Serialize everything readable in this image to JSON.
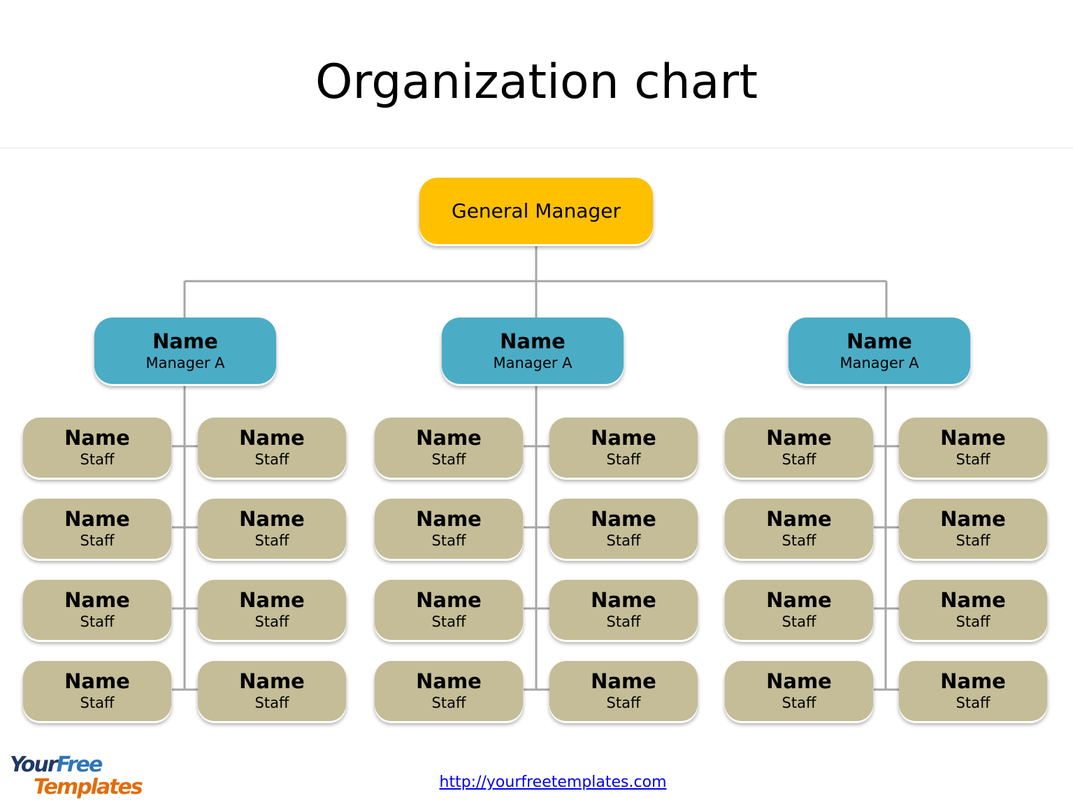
{
  "title": "Organization chart",
  "general_manager": {
    "label": "General Manager",
    "color": "#ffc000"
  },
  "managers": [
    {
      "name": "Name",
      "role": "Manager A"
    },
    {
      "name": "Name",
      "role": "Manager A"
    },
    {
      "name": "Name",
      "role": "Manager A"
    }
  ],
  "staff_label": {
    "name": "Name",
    "role": "Staff"
  },
  "colors": {
    "manager": "#4bacc6",
    "staff": "#c4bd97",
    "connector": "#a6a6a6"
  },
  "footer": {
    "logo_line1_a": "Your",
    "logo_line1_b": "Free",
    "logo_line2": "Templates",
    "url": "http://yourfreetemplates.com"
  }
}
